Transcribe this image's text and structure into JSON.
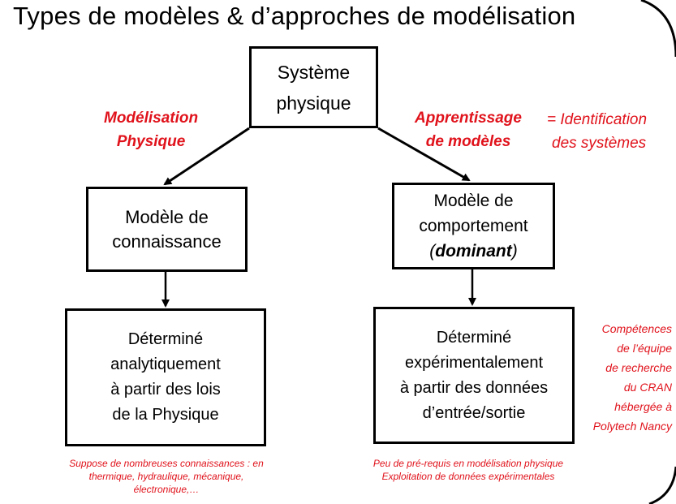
{
  "title": "Types de modèles & d’approches de modélisation",
  "nodes": {
    "systeme": [
      "Système",
      "physique"
    ],
    "connaissance": [
      "Modèle de",
      "connaissance"
    ],
    "comportement": {
      "line1": "Modèle de",
      "line2": "comportement",
      "open_paren": "(",
      "emphasis": "dominant",
      "close_paren": ")"
    },
    "analytique": [
      "Déterminé",
      "analytiquement",
      "à partir des lois",
      "de la Physique"
    ],
    "experimental": [
      "Déterminé",
      "expérimentalement",
      "à partir des données",
      "d’entrée/sortie"
    ]
  },
  "edge_labels": {
    "physique": [
      "Modélisation",
      "Physique"
    ],
    "apprentissage": [
      "Apprentissage",
      "de modèles"
    ],
    "identification": [
      "= Identification",
      "des systèmes"
    ]
  },
  "notes": {
    "left": [
      "Suppose de nombreuses connaissances : en",
      "thermique, hydraulique, mécanique,",
      "électronique,…"
    ],
    "right": [
      "Peu de pré-requis en modélisation physique",
      "Exploitation de données expérimentales"
    ],
    "side": [
      "Compétences",
      "de l’équipe",
      "de recherche",
      "du CRAN",
      "hébergée à",
      "Polytech Nancy"
    ]
  },
  "colors": {
    "accent": "#e0121b",
    "line": "#000000",
    "background": "#ffffff"
  }
}
